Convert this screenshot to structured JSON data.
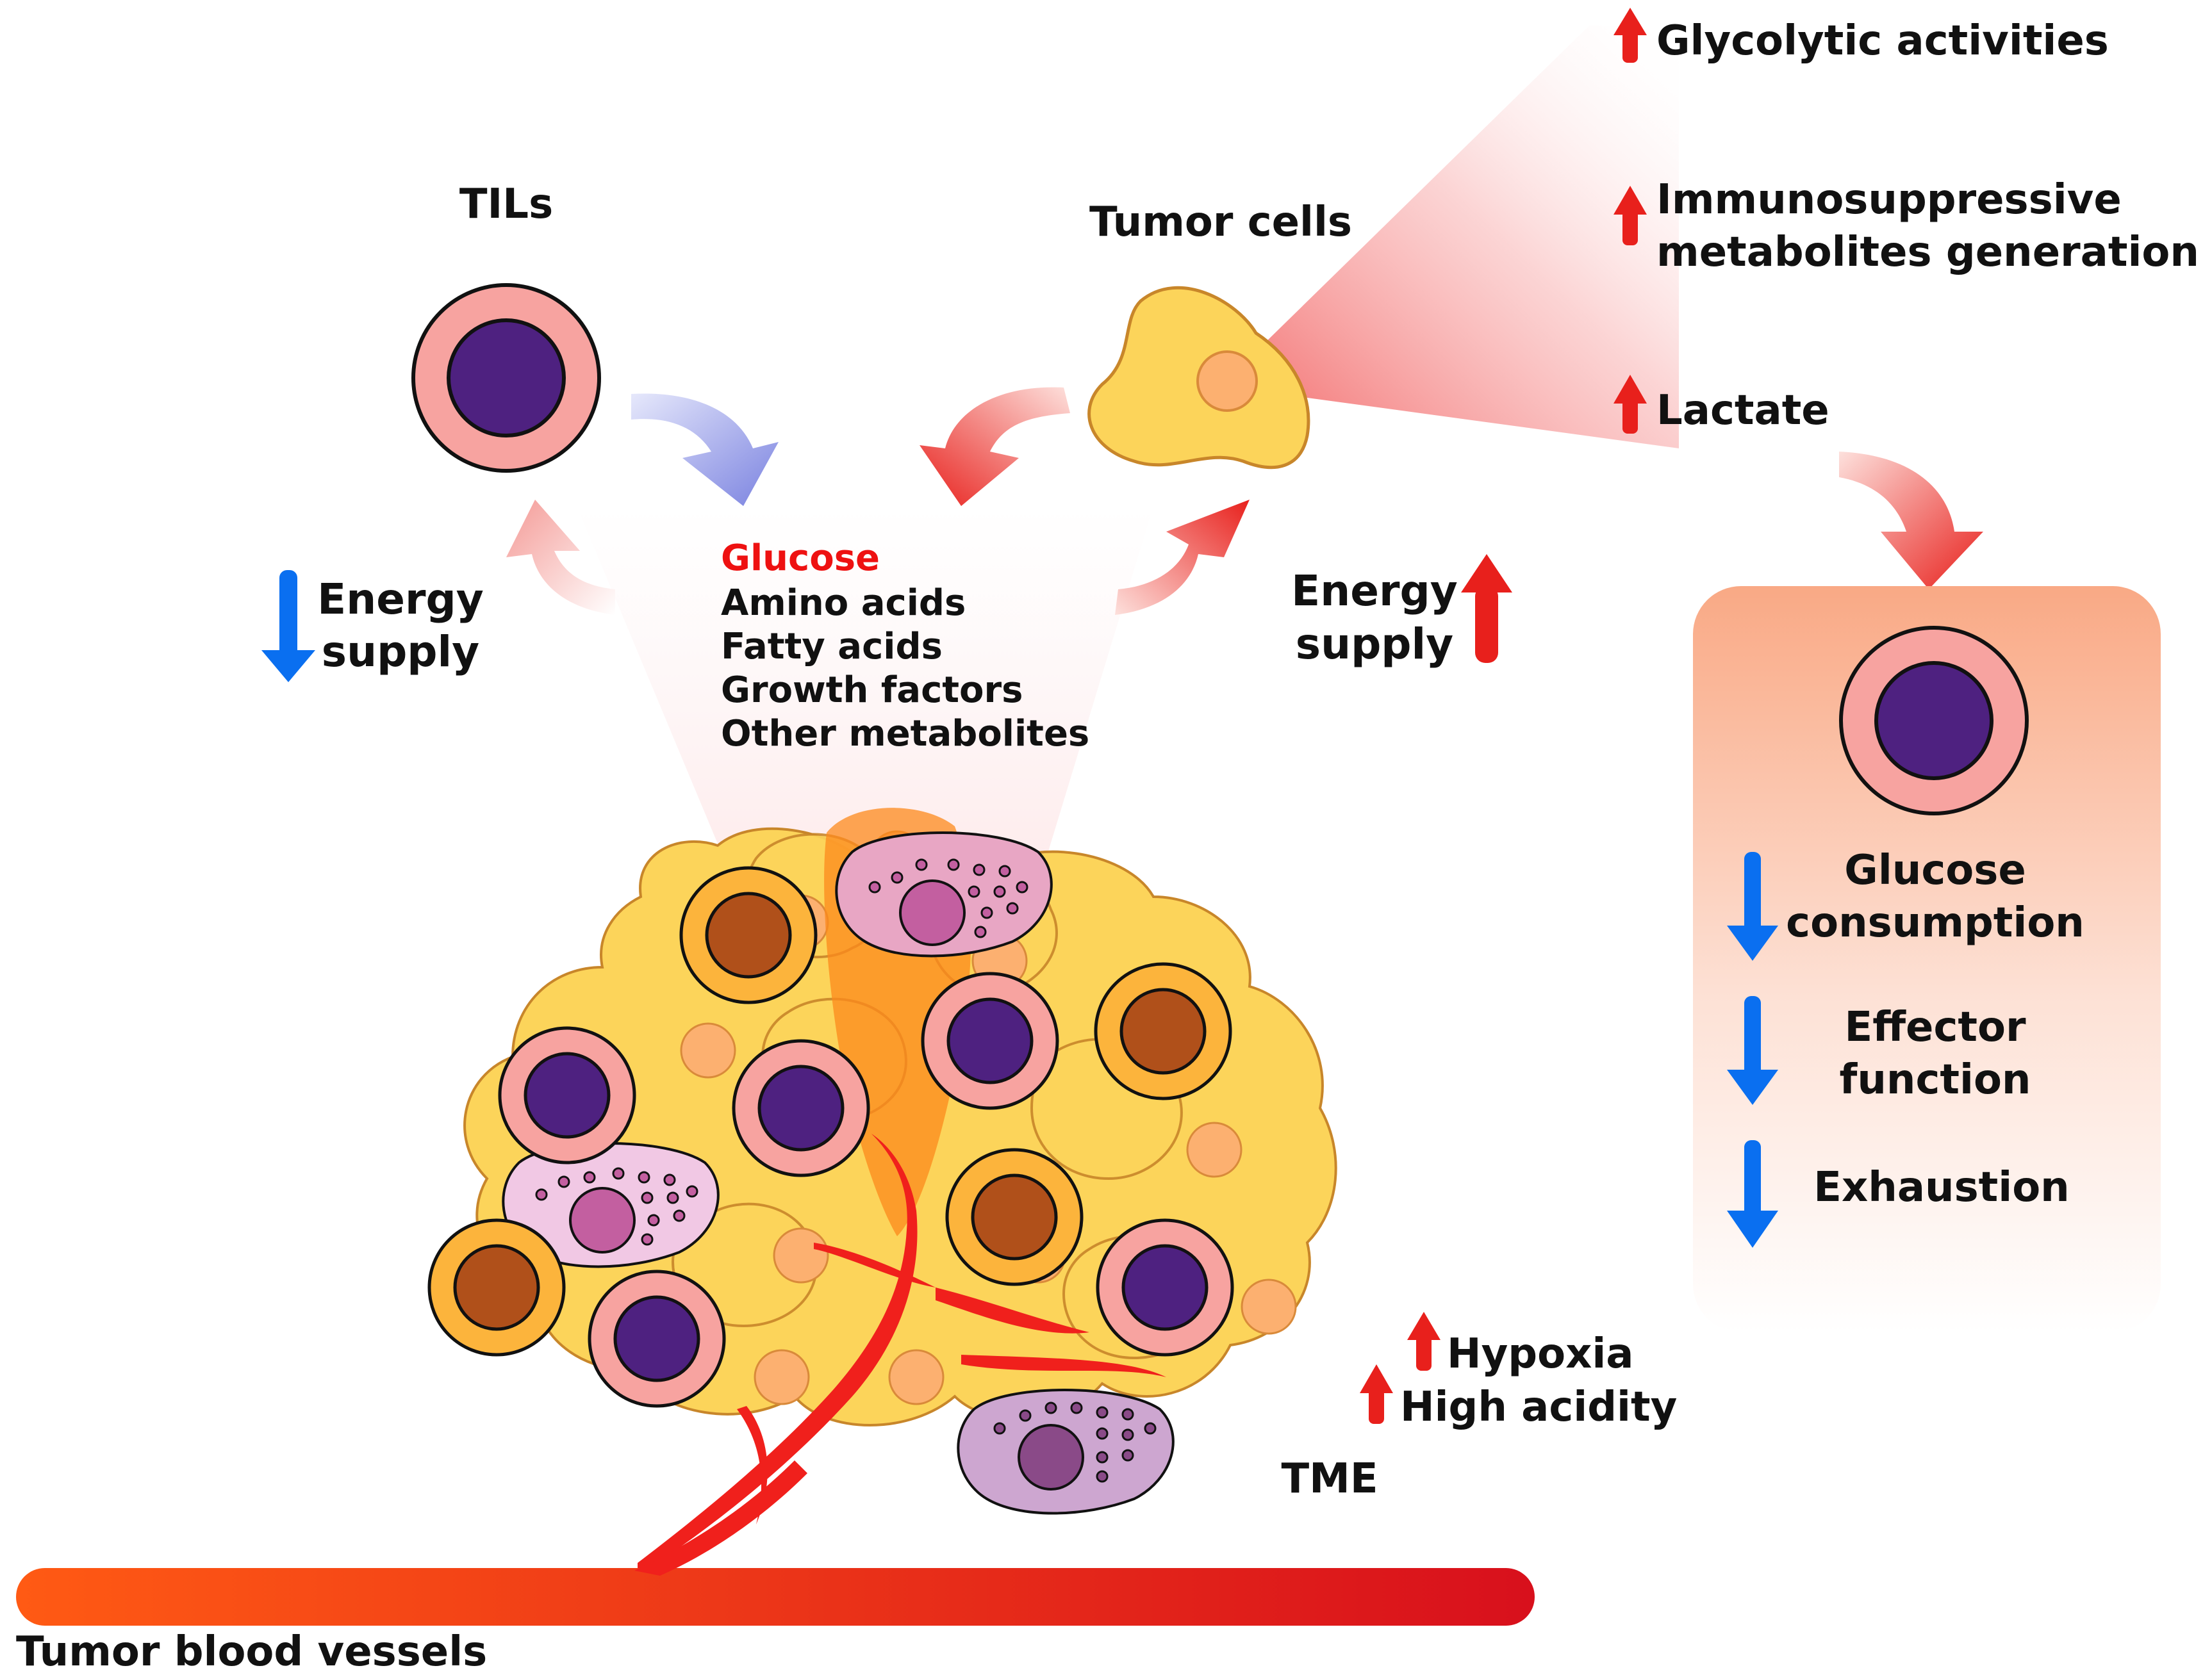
{
  "labels": {
    "tils": "TILs",
    "tumor_cells": "Tumor cells",
    "energy_supply_left_line1": "Energy",
    "energy_supply_left_line2": "supply",
    "energy_supply_right_line1": "Energy",
    "energy_supply_right_line2": "supply",
    "tme": "TME",
    "tumor_blood_vessels": "Tumor blood vessels"
  },
  "nutrients": [
    "Glucose",
    "Amino acids",
    "Fatty acids",
    "Growth factors",
    "Other metabolites"
  ],
  "tumor_effects": [
    "Glycolytic activities",
    "Immunosuppressive",
    "metabolites generation",
    "Lactate"
  ],
  "tme_effects": [
    "Hypoxia",
    "High acidity"
  ],
  "til_effects": {
    "glucose_line1": "Glucose",
    "glucose_line2": "consumption",
    "effector_line1": "Effector",
    "effector_line2": "function",
    "exhaustion": "Exhaustion"
  },
  "colors": {
    "highlight_red": "#ee1111",
    "decrease_blue": "#0a6ff0",
    "increase_red": "#e8201c",
    "til_pink": "#f7a3a0",
    "til_nucleus": "#4e2180",
    "tumor_yellow": "#fcd45a",
    "vessel_start": "#ff5a14",
    "vessel_end": "#d8101c"
  },
  "icons": [
    "up-arrow-red-icon",
    "down-arrow-blue-icon",
    "curved-arrow-icon"
  ]
}
